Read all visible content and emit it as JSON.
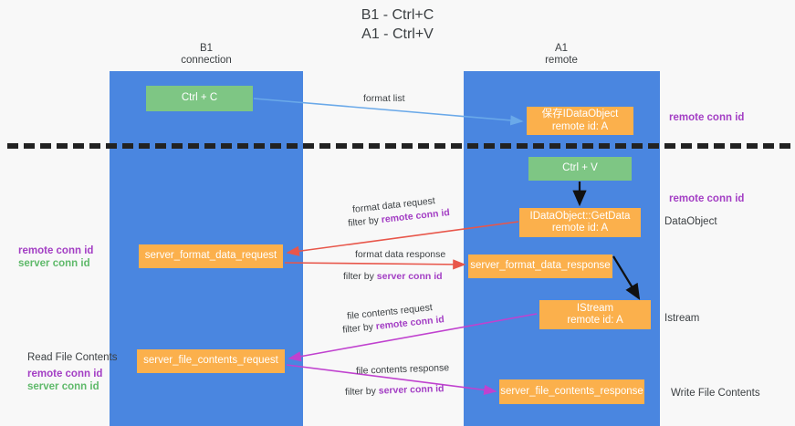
{
  "title": {
    "line1": "B1 - Ctrl+C",
    "line2": "A1 - Ctrl+V"
  },
  "lanes": [
    {
      "id": "b1",
      "title": "B1",
      "subtitle": "connection",
      "color": "#4a86e0"
    },
    {
      "id": "a1",
      "title": "A1",
      "subtitle": "remote",
      "color": "#4a86e0"
    }
  ],
  "nodes": {
    "ctrl_c": {
      "label": "Ctrl + C",
      "color": "#7ec684"
    },
    "data_object": {
      "label": "保存IDataObject",
      "sub": "remote id: A",
      "color": "#fbb04c"
    },
    "ctrl_v": {
      "label": "Ctrl + V",
      "color": "#7ec684"
    },
    "get_data": {
      "label": "IDataObject::GetData",
      "sub": "remote id: A",
      "color": "#fbb04c"
    },
    "server_format_data_request": {
      "label": "server_format_data_request",
      "color": "#fbb04c"
    },
    "server_format_data_response": {
      "label": "server_format_data_response",
      "color": "#fbb04c"
    },
    "istream": {
      "label": "IStream",
      "sub": "remote id: A",
      "color": "#fbb04c"
    },
    "server_file_contents_request": {
      "label": "server_file_contents_request",
      "color": "#fbb04c"
    },
    "server_file_contents_response": {
      "label": "server_file_contents_response",
      "color": "#fbb04c"
    }
  },
  "edges": [
    {
      "id": "format_list",
      "label": "format list",
      "color": "#6aa9e9"
    },
    {
      "id": "format_data_request",
      "label": "format data request",
      "filter_prefix": "filter by ",
      "filter_value": "remote conn id",
      "color": "#e8564a"
    },
    {
      "id": "format_data_response",
      "label": "format data response",
      "filter_prefix": "filter by ",
      "filter_value": "server conn id",
      "color": "#e8564a"
    },
    {
      "id": "file_contents_request",
      "label": "file contents request",
      "filter_prefix": "filter by ",
      "filter_value": "remote conn id",
      "color": "#c042cf"
    },
    {
      "id": "file_contents_response",
      "label": "file contents response",
      "filter_prefix": "filter by ",
      "filter_value": "server conn id",
      "color": "#c042cf"
    }
  ],
  "annotations": {
    "remote_conn_id_top": "remote conn id",
    "remote_conn_id_mid": "remote conn id",
    "data_object": "DataObject",
    "istream": "Istream",
    "write_file_contents": "Write File Contents",
    "read_file_contents": "Read File Contents",
    "left_remote_conn_id_1": "remote conn id",
    "left_server_conn_id_1": "server conn id",
    "left_remote_conn_id_2": "remote conn id",
    "left_server_conn_id_2": "server conn id"
  },
  "colors": {
    "lane": "#4a86e0",
    "green_node": "#7ec684",
    "orange_node": "#fbb04c",
    "purple_text": "#a33ec4",
    "green_text": "#5fb96a",
    "red_arrow": "#e8564a",
    "magenta_arrow": "#c042cf",
    "blue_arrow": "#6aa9e9",
    "background": "#f8f8f8",
    "separator": "#222222"
  }
}
